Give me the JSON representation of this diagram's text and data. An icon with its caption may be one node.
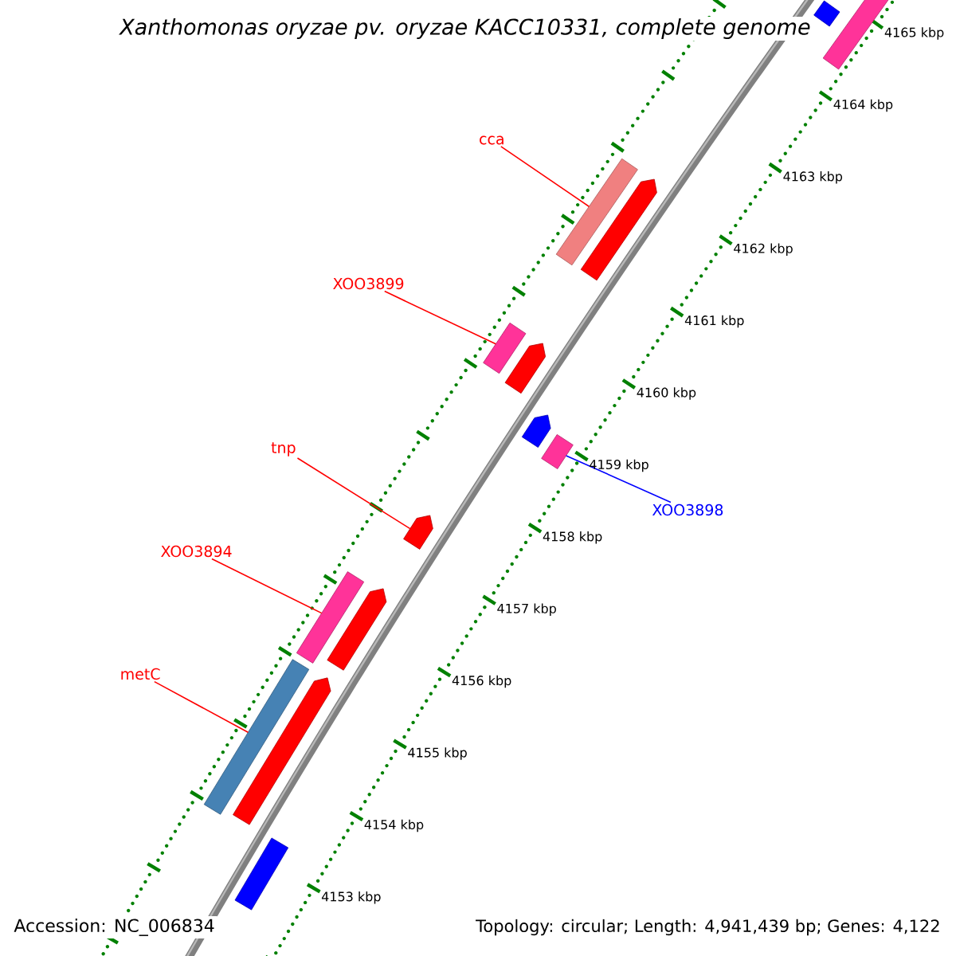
{
  "diagram": {
    "title": "Xanthomonas oryzae pv. oryzae KACC10331, complete genome",
    "nodes": [
      {
        "text": [
          "cca"
        ]
      },
      {
        "text": [],
        "shape": "bar"
      },
      {
        "text": [
          "XOO3899"
        ]
      },
      {
        "text": [],
        "shape": "bar"
      },
      {
        "text": [
          "tnp"
        ]
      },
      {
        "text": [],
        "shape": "arrow"
      },
      {
        "text": [
          "XOO3898"
        ]
      },
      {
        "text": [],
        "shape": "bar"
      },
      {
        "text": [
          "XOO3894"
        ]
      },
      {
        "text": [],
        "shape": "bar"
      },
      {
        "text": [
          "metC"
        ]
      },
      {
        "text": [],
        "shape": "bar"
      },
      {
        "text": [],
        "shape": "bar"
      },
      {
        "text": [],
        "shape": "bar"
      },
      {
        "text": [],
        "shape": "arrow"
      },
      {
        "text": [],
        "shape": "arrow"
      },
      {
        "text": [],
        "shape": "arrow"
      },
      {
        "text": [],
        "shape": "arrow"
      },
      {
        "text": [],
        "shape": "arrow"
      },
      {
        "text": [],
        "shape": "bar"
      }
    ],
    "edges": [
      {
        "from": 0,
        "to": 1,
        "arrow": "none"
      },
      {
        "from": 2,
        "to": 3,
        "arrow": "none"
      },
      {
        "from": 4,
        "to": 5,
        "arrow": "none"
      },
      {
        "from": 6,
        "to": 7,
        "arrow": "none",
        "color": "#0000ff"
      },
      {
        "from": 8,
        "to": 9,
        "arrow": "none"
      },
      {
        "from": 10,
        "to": 11,
        "arrow": "none"
      }
    ],
    "labels": [
      "4165 kbp",
      "4164 kbp",
      "4163 kbp",
      "4162 kbp",
      "4161 kbp",
      "4160 kbp",
      "4159 kbp",
      "4158 kbp",
      "4157 kbp",
      "4156 kbp",
      "4155 kbp",
      "4154 kbp",
      "4153 kbp",
      "Accession: NC_006834",
      "Topology: circular; Length: 4,941,439 bp; Genes: 4,122"
    ]
  }
}
